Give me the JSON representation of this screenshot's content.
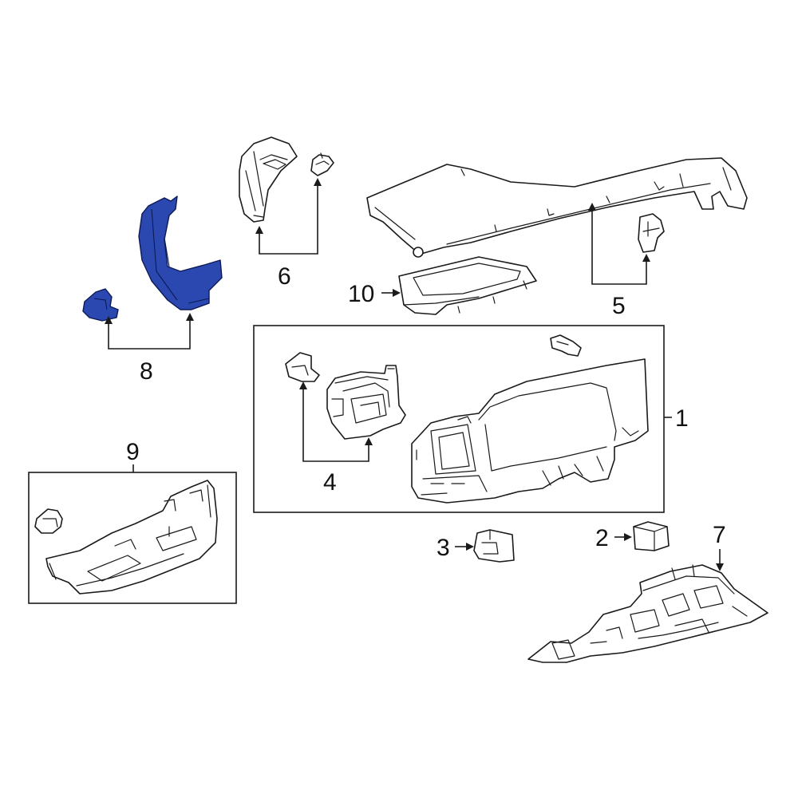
{
  "callouts": {
    "c1": "1",
    "c2": "2",
    "c3": "3",
    "c4": "4",
    "c5": "5",
    "c6": "6",
    "c7": "7",
    "c8": "8",
    "c9": "9",
    "c10": "10"
  },
  "colors": {
    "highlight": "#2a48b0",
    "line": "#1a1a1a",
    "background": "#ffffff"
  }
}
